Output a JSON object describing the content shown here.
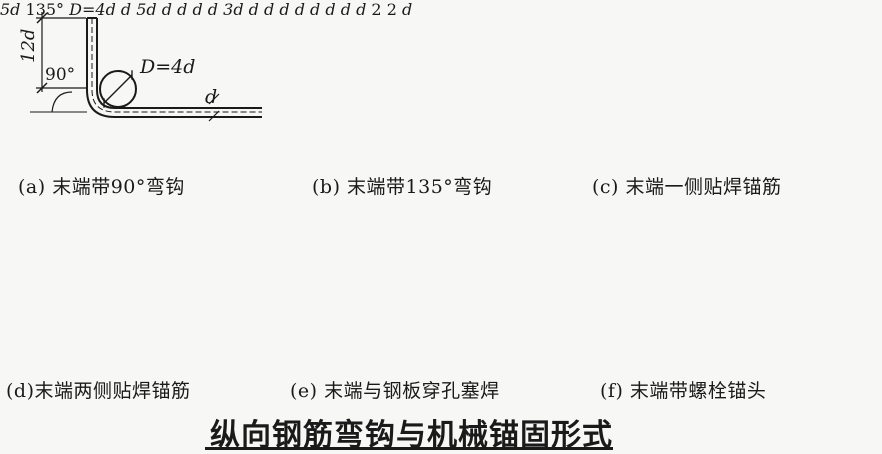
{
  "title": "纵向钢筋弯钩与机械锚固形式",
  "panels": {
    "a": {
      "caption": "(a) 末端带90°弯钩",
      "straight_length": "12d",
      "angle": "90°",
      "mandrel": "D=4d",
      "bar_label": "d"
    },
    "b": {
      "caption": "(b) 末端带135°弯钩",
      "straight_length": "5d",
      "angle": "135°",
      "mandrel": "D=4d",
      "bar_label": "d"
    },
    "c": {
      "caption": "(c) 末端一侧贴焊锚筋",
      "weld_length": "5d",
      "bar_label": "d",
      "section_label_1": "d",
      "section_label_2": "d",
      "section_bottom": "d"
    },
    "d": {
      "caption": "(d)末端两侧贴焊锚筋",
      "weld_length": "3d",
      "bar_label_1": "d",
      "bar_label_2": "d",
      "bar_label_3": "d",
      "section_label_1": "d",
      "section_label_2": "d",
      "section_bottom": "d"
    },
    "e": {
      "caption": "(e) 末端与钢板穿孔塞焊",
      "bar_label_top": "d",
      "bar_label": "d",
      "weld_size_1": "2",
      "weld_size_2": "2"
    },
    "f": {
      "caption": "(f) 末端带螺栓锚头",
      "bar_label": "d"
    }
  }
}
